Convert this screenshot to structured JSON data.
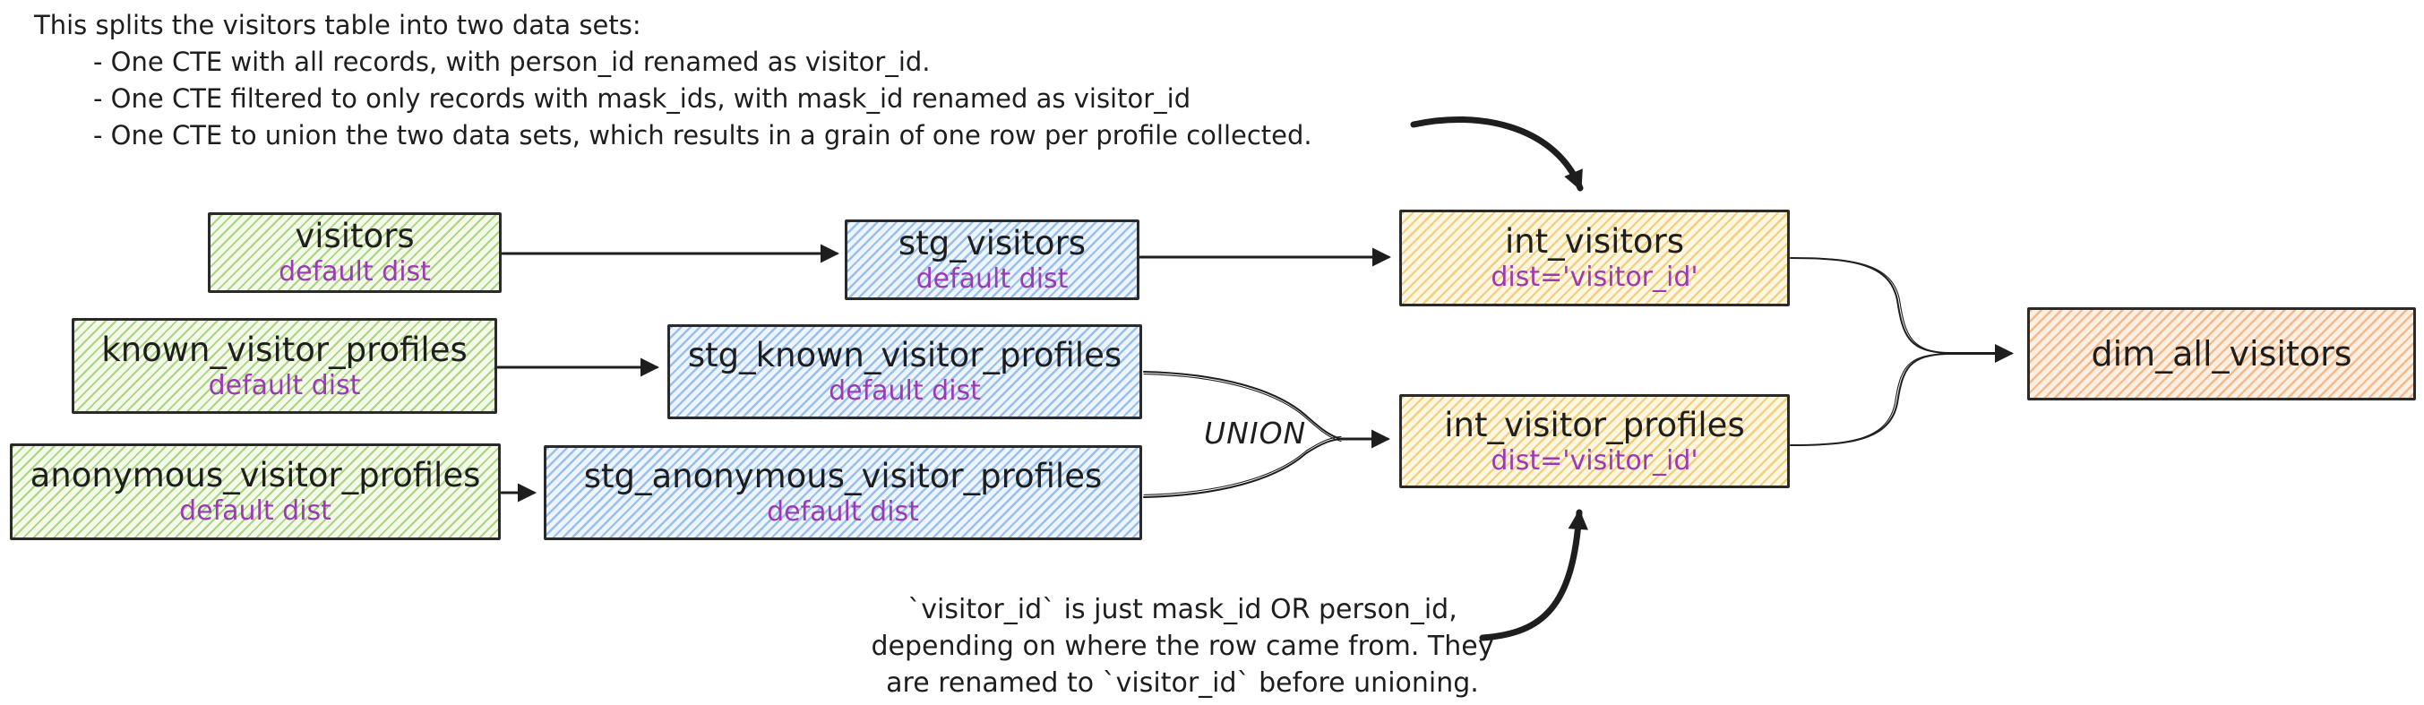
{
  "annotations": {
    "top_line": "This splits the visitors table into two data sets:",
    "top_bullets": [
      "- One CTE with all records, with person_id renamed as visitor_id.",
      "- One CTE filtered to only records with mask_ids, with mask_id renamed as visitor_id",
      "- One CTE to union the two data sets, which results in a grain of one row per profile collected."
    ],
    "union_label": "UNION",
    "bottom_lines": [
      "`visitor_id` is just mask_id OR person_id,",
      "depending on where the row came from. They",
      "are renamed to `visitor_id` before unioning."
    ]
  },
  "nodes": {
    "visitors": {
      "title": "visitors",
      "subtitle": "default dist"
    },
    "known_visitor_profiles": {
      "title": "known_visitor_profiles",
      "subtitle": "default dist"
    },
    "anonymous_visitor_profiles": {
      "title": "anonymous_visitor_profiles",
      "subtitle": "default dist"
    },
    "stg_visitors": {
      "title": "stg_visitors",
      "subtitle": "default dist"
    },
    "stg_known_visitor_profiles": {
      "title": "stg_known_visitor_profiles",
      "subtitle": "default dist"
    },
    "stg_anonymous_visitor_profiles": {
      "title": "stg_anonymous_visitor_profiles",
      "subtitle": "default dist"
    },
    "int_visitors": {
      "title": "int_visitors",
      "subtitle": "dist='visitor_id'"
    },
    "int_visitor_profiles": {
      "title": "int_visitor_profiles",
      "subtitle": "dist='visitor_id'"
    },
    "dim_all_visitors": {
      "title": "dim_all_visitors"
    }
  },
  "colors": {
    "background": "#ffffff",
    "stroke": "#1e1e1e",
    "title_text": "#1e1e1e",
    "subtitle_text": "#9c3ab5",
    "green_hatch": "#8cc355",
    "blue_hatch": "#7dafe8",
    "yellow_hatch": "#f0be50",
    "orange_hatch": "#f39b5a"
  }
}
